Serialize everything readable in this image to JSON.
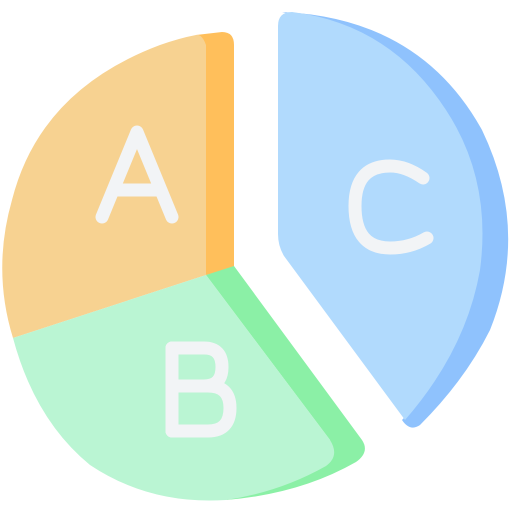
{
  "icon": {
    "name": "pie-chart-icon",
    "segments": [
      {
        "id": "a",
        "letter": "A",
        "fill": "#F7D291",
        "shade": "#FFBF5B"
      },
      {
        "id": "b",
        "letter": "B",
        "fill": "#BAF5D3",
        "shade": "#8BF0A6"
      },
      {
        "id": "c",
        "letter": "C",
        "fill": "#B1DAFD",
        "shade": "#8FC2FD"
      }
    ],
    "letter_color": "#F2F4F6"
  }
}
